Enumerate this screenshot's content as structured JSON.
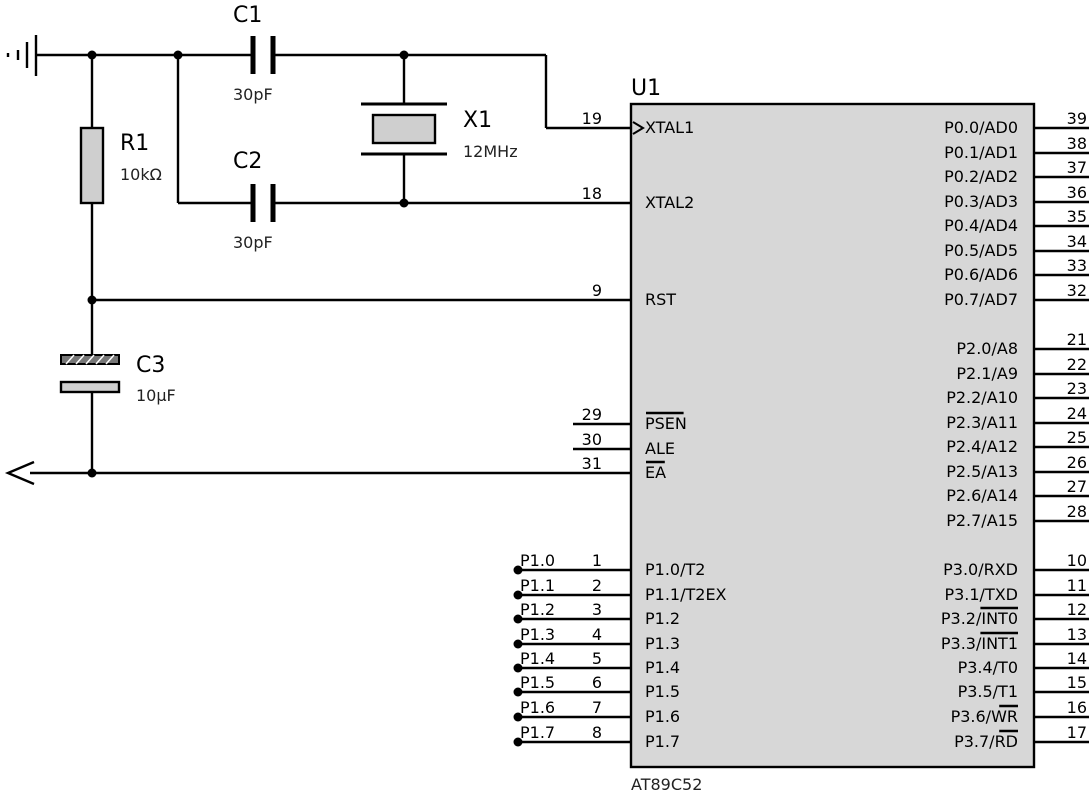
{
  "components": {
    "U1": {
      "ref": "U1",
      "part": "AT89C52"
    },
    "C1": {
      "ref": "C1",
      "value": "30pF"
    },
    "C2": {
      "ref": "C2",
      "value": "30pF"
    },
    "X1": {
      "ref": "X1",
      "value": "12MHz"
    },
    "R1": {
      "ref": "R1",
      "value": "10kΩ"
    },
    "C3": {
      "ref": "C3",
      "value": "10µF"
    }
  },
  "colors": {
    "chip_fill": "#d7d7d7",
    "wire": "#000000",
    "part_fill": "#cfcfcf"
  },
  "symbols": [
    "ground-icon",
    "vcc-arrow-icon",
    "capacitor-icon",
    "crystal-icon",
    "resistor-icon",
    "electrolytic-capacitor-icon"
  ],
  "left_pins": [
    {
      "num": "19",
      "name": "XTAL1",
      "overline": false
    },
    {
      "num": "18",
      "name": "XTAL2",
      "overline": false
    },
    {
      "num": "9",
      "name": "RST",
      "overline": false
    },
    {
      "num": "29",
      "name": "PSEN",
      "overline": true
    },
    {
      "num": "30",
      "name": "ALE",
      "overline": false
    },
    {
      "num": "31",
      "name": "EA",
      "overline": true
    },
    {
      "num": "1",
      "name": "P1.0/T2",
      "overline": false
    },
    {
      "num": "2",
      "name": "P1.1/T2EX",
      "overline": false
    },
    {
      "num": "3",
      "name": "P1.2",
      "overline": false
    },
    {
      "num": "4",
      "name": "P1.3",
      "overline": false
    },
    {
      "num": "5",
      "name": "P1.4",
      "overline": false
    },
    {
      "num": "6",
      "name": "P1.5",
      "overline": false
    },
    {
      "num": "7",
      "name": "P1.6",
      "overline": false
    },
    {
      "num": "8",
      "name": "P1.7",
      "overline": false
    }
  ],
  "right_pins": [
    {
      "num": "39",
      "name": "P0.0/AD0",
      "over": ""
    },
    {
      "num": "38",
      "name": "P0.1/AD1",
      "over": ""
    },
    {
      "num": "37",
      "name": "P0.2/AD2",
      "over": ""
    },
    {
      "num": "36",
      "name": "P0.3/AD3",
      "over": ""
    },
    {
      "num": "35",
      "name": "P0.4/AD4",
      "over": ""
    },
    {
      "num": "34",
      "name": "P0.5/AD5",
      "over": ""
    },
    {
      "num": "33",
      "name": "P0.6/AD6",
      "over": ""
    },
    {
      "num": "32",
      "name": "P0.7/AD7",
      "over": ""
    },
    {
      "num": "21",
      "name": "P2.0/A8",
      "over": ""
    },
    {
      "num": "22",
      "name": "P2.1/A9",
      "over": ""
    },
    {
      "num": "23",
      "name": "P2.2/A10",
      "over": ""
    },
    {
      "num": "24",
      "name": "P2.3/A11",
      "over": ""
    },
    {
      "num": "25",
      "name": "P2.4/A12",
      "over": ""
    },
    {
      "num": "26",
      "name": "P2.5/A13",
      "over": ""
    },
    {
      "num": "27",
      "name": "P2.6/A14",
      "over": ""
    },
    {
      "num": "28",
      "name": "P2.7/A15",
      "over": ""
    },
    {
      "num": "10",
      "name": "P3.0/RXD",
      "over": ""
    },
    {
      "num": "11",
      "name": "P3.1/TXD",
      "over": ""
    },
    {
      "num": "12",
      "name": "P3.2/",
      "over": "INT0"
    },
    {
      "num": "13",
      "name": "P3.3/",
      "over": "INT1"
    },
    {
      "num": "14",
      "name": "P3.4/T0",
      "over": ""
    },
    {
      "num": "15",
      "name": "P3.5/T1",
      "over": ""
    },
    {
      "num": "16",
      "name": "P3.6/",
      "over": "WR"
    },
    {
      "num": "17",
      "name": "P3.7/",
      "over": "RD"
    }
  ],
  "net_labels": [
    "P1.0",
    "P1.1",
    "P1.2",
    "P1.3",
    "P1.4",
    "P1.5",
    "P1.6",
    "P1.7"
  ]
}
